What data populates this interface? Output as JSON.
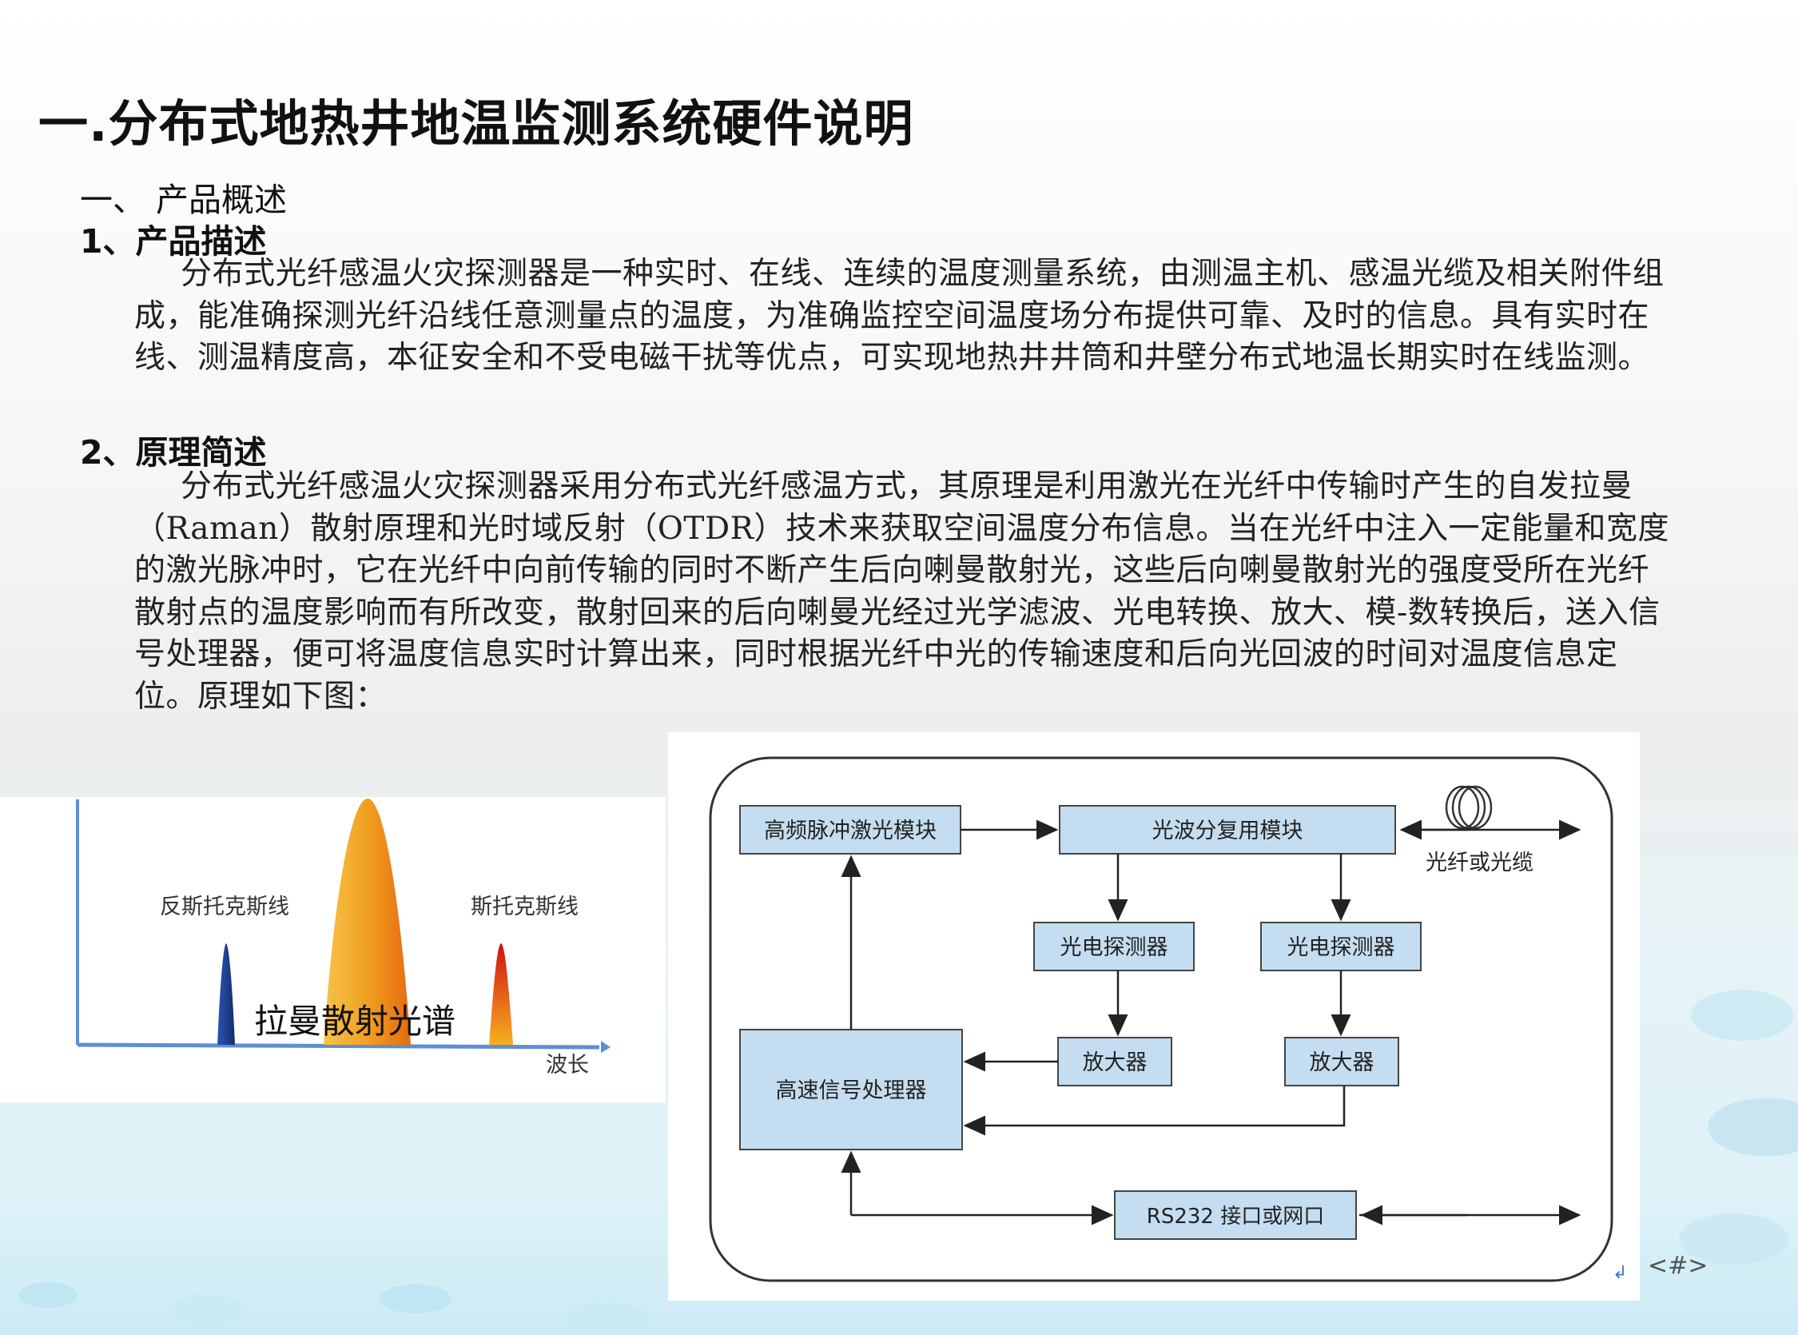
{
  "slide": {
    "title": "一.分布式地热井地温监测系统硬件说明",
    "section": "一、 产品概述",
    "sub1": "1、产品描述",
    "para1": "分布式光纤感温火灾探测器是一种实时、在线、连续的温度测量系统，由测温主机、感温光缆及相关附件组成，能准确探测光纤沿线任意测量点的温度，为准确监控空间温度场分布提供可靠、及时的信息。具有实时在线、测温精度高，本征安全和不受电磁干扰等优点，可实现地热井井筒和井壁分布式地温长期实时在线监测。",
    "sub2": "2、原理简述",
    "para2": "分布式光纤感温火灾探测器采用分布式光纤感温方式，其原理是利用激光在光纤中传输时产生的自发拉曼（Raman）散射原理和光时域反射（OTDR）技术来获取空间温度分布信息。当在光纤中注入一定能量和宽度的激光脉冲时，它在光纤中向前传输的同时不断产生后向喇曼散射光，这些后向喇曼散射光的强度受所在光纤散射点的温度影响而有所改变，散射回来的后向喇曼光经过光学滤波、光电转换、放大、模-数转换后，送入信号处理器，便可将温度信息实时计算出来，同时根据光纤中光的传输速度和后向光回波的时间对温度信息定位。原理如下图：",
    "page_number": "<#>"
  },
  "spectrum": {
    "anti_stokes_label": "反斯托克斯线",
    "stokes_label": "斯托克斯线",
    "caption": "拉曼散射光谱",
    "x_axis_label": "波长"
  },
  "diagram": {
    "laser": "高频脉冲激光模块",
    "wdm": "光波分复用模块",
    "fiber": "光纤或光缆",
    "detector1": "光电探测器",
    "detector2": "光电探测器",
    "amp1": "放大器",
    "amp2": "放大器",
    "processor": "高速信号处理器",
    "interface": "RS232 接口或网口",
    "return_mark": "↲"
  },
  "colors": {
    "box_fill": "#c4ddf0",
    "anti_stokes": "#1f3f8f",
    "raman_peak": "#f0a020",
    "stokes": "#e02010",
    "axis": "#5b8fd6"
  }
}
